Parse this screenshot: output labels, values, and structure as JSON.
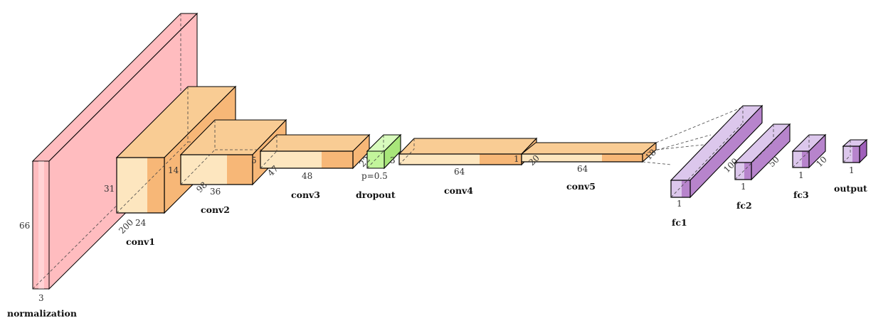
{
  "colors": {
    "normalization": "#ffbcbf",
    "conv_light": "#fde6bf",
    "conv_dark": "#f7b777",
    "dropout": "#c2f59b",
    "fc_light": "#dcc7ec",
    "fc_dark": "#b784cc",
    "edge": "#000000"
  },
  "layers": [
    {
      "key": "normalization",
      "caption": "normalization",
      "labels": {
        "h": "66",
        "d": "",
        "w": "3"
      }
    },
    {
      "key": "conv1",
      "caption": "conv1",
      "labels": {
        "h": "31",
        "d": "200",
        "w": "24"
      }
    },
    {
      "key": "conv2",
      "caption": "conv2",
      "labels": {
        "h": "14",
        "d": "98",
        "w": "36"
      }
    },
    {
      "key": "conv3",
      "caption": "conv3",
      "labels": {
        "h": "5",
        "d": "47",
        "w": "48"
      }
    },
    {
      "key": "dropout",
      "caption": "dropout",
      "labels": {
        "h": "3",
        "d": "22",
        "w": "p=0.5"
      }
    },
    {
      "key": "conv4",
      "caption": "conv4",
      "labels": {
        "h": "1",
        "d": "",
        "w": "64"
      }
    },
    {
      "key": "conv5",
      "caption": "conv5",
      "labels": {
        "h": "18",
        "d": "20",
        "w": "64"
      }
    },
    {
      "key": "fc1",
      "caption": "fc1",
      "labels": {
        "h": "100",
        "d": "",
        "w": "1"
      }
    },
    {
      "key": "fc2",
      "caption": "fc2",
      "labels": {
        "h": "50",
        "d": "",
        "w": "1"
      }
    },
    {
      "key": "fc3",
      "caption": "fc3",
      "labels": {
        "h": "10",
        "d": "",
        "w": "1"
      }
    },
    {
      "key": "output",
      "caption": "output",
      "labels": {
        "h": "",
        "d": "",
        "w": "1"
      }
    }
  ]
}
